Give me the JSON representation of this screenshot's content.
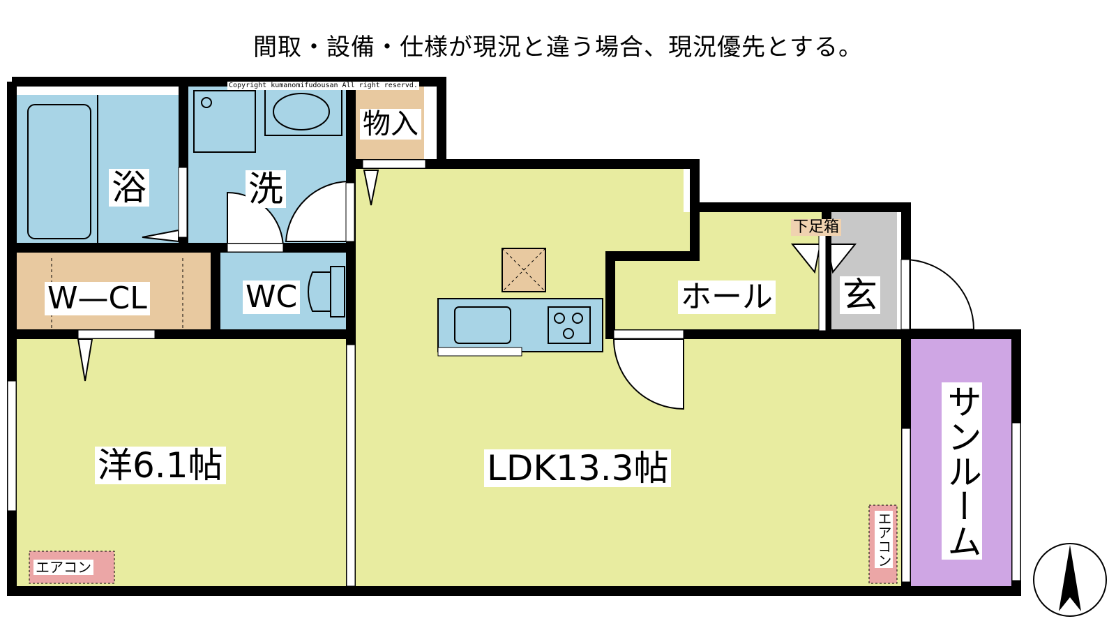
{
  "notice": "間取・設備・仕様が現況と違う場合、現況優先とする。",
  "copyright": "Copyright kumanomifudousan All right reservd.",
  "rooms": {
    "bath": "浴",
    "washroom": "洗",
    "storage": "物入",
    "wcl": "W—CL",
    "wc": "WC",
    "hall": "ホール",
    "entrance": "玄",
    "shoe_box": "下足箱",
    "western": "洋6.1帖",
    "ldk": "LDK13.3帖",
    "sunroom": "サンルーム"
  },
  "aircon": {
    "western": "エアコン",
    "ldk": "エアコン"
  },
  "colors": {
    "wet_area": "#a8d4e6",
    "storage": "#e8c9a0",
    "living": "#e8eca0",
    "entrance": "#c8c8c8",
    "sunroom": "#cfa6e4",
    "aircon": "#eba6a6"
  }
}
